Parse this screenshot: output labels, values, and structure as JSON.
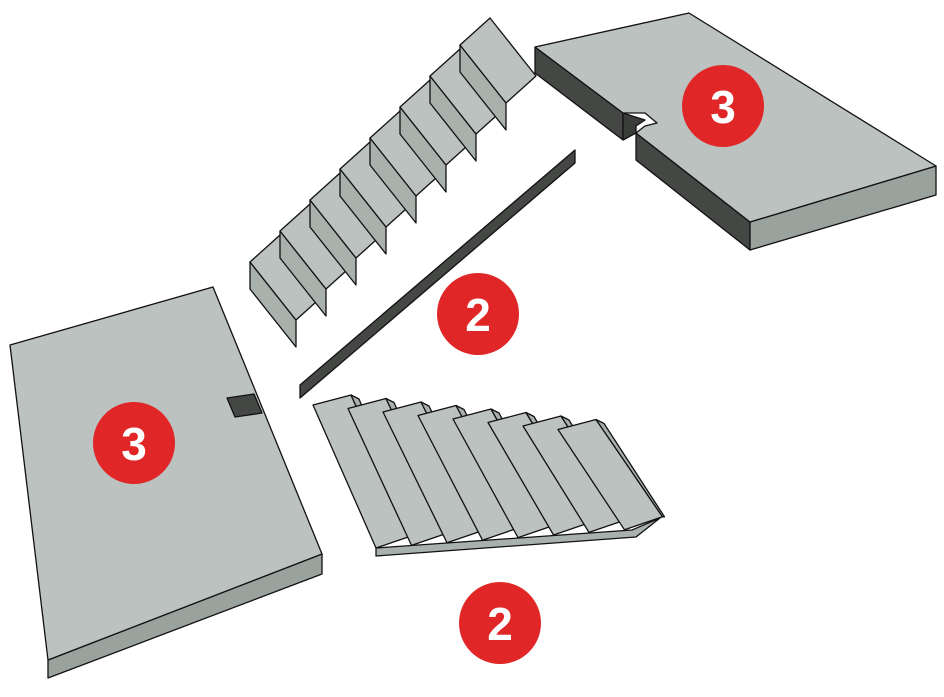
{
  "colors": {
    "top_face": "#bcc2bf",
    "front_face": "#a9b1ad",
    "side_face": "#454745",
    "edge": "#111111",
    "badge_fill": "#e02626",
    "badge_text": "#ffffff",
    "background": "#ffffff"
  },
  "badges": {
    "landing_upper": "3",
    "flight_upper": "2",
    "landing_lower": "3",
    "flight_lower": "2"
  },
  "parts": {
    "landing": {
      "count": 2,
      "label": "3"
    },
    "flight": {
      "count": 2,
      "label": "2",
      "steps_upper": 8,
      "steps_lower": 8
    }
  }
}
